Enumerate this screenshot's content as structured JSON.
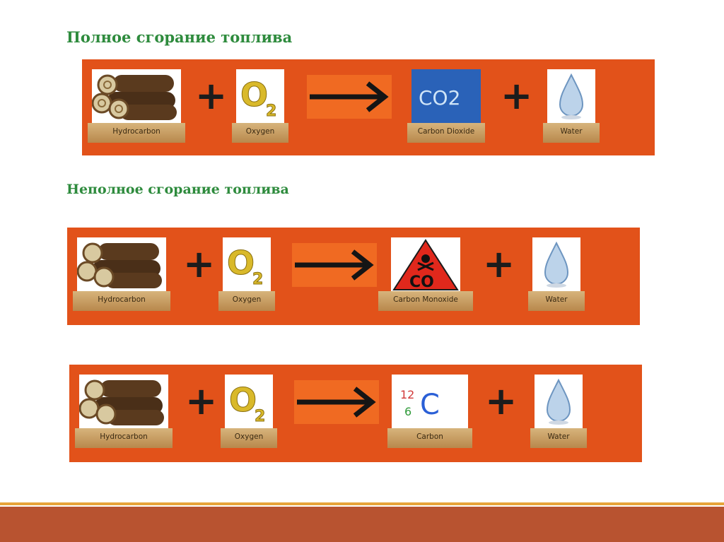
{
  "heading_complete": "Полное сгорание топлива",
  "heading_incomplete": "Неполное сгорание топлива",
  "labels": {
    "hydrocarbon": "Hydrocarbon",
    "oxygen": "Oxygen",
    "carbon_dioxide": "Carbon Dioxide",
    "carbon_monoxide": "Carbon Monoxide",
    "carbon": "Carbon",
    "water": "Water"
  },
  "symbols": {
    "plus": "+",
    "co2": "CO2",
    "co": "CO",
    "o": "O",
    "o_sub": "2",
    "c": "C",
    "mass_number": "12",
    "atomic_number": "6"
  },
  "colors": {
    "heading": "#2e8b3d",
    "band": "#e2521a",
    "footer": "#b85330",
    "accent": "#e7a43a"
  }
}
